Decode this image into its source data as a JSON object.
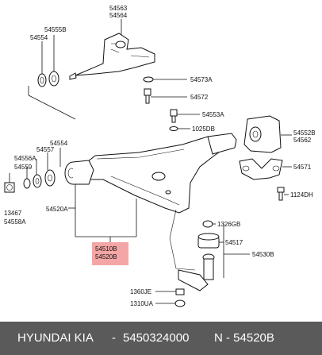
{
  "labels": {
    "l54563": "54563",
    "l54564": "54564",
    "l54555B": "54555B",
    "l54554_top": "54554",
    "l54573A": "54573A",
    "l54572": "54572",
    "l54553A": "54553A",
    "l1025DB": "1025DB",
    "l54552B": "54552B",
    "l54562": "54562",
    "l54571": "54571",
    "l1124DH": "1124DH",
    "l54554_left": "54554",
    "l54557": "54557",
    "l54556A": "54556A",
    "l54559": "54559",
    "l13467": "13467",
    "l54558A": "54558A",
    "l54520A": "54520A",
    "l1326GB": "1326GB",
    "l54517": "54517",
    "l54530B": "54530B",
    "l54510B": "54510B",
    "l54520B": "54520B",
    "l1360JE": "1360JE",
    "l1310UA": "1310UA"
  },
  "footer": {
    "brand": "HYUNDAI  KIA",
    "part_number": "5450324000",
    "separator": "-",
    "label": "N - 54520B"
  },
  "colors": {
    "highlight": "#f4a6a6",
    "footer_bg": "#5a5a5a",
    "footer_text": "#ffffff"
  }
}
